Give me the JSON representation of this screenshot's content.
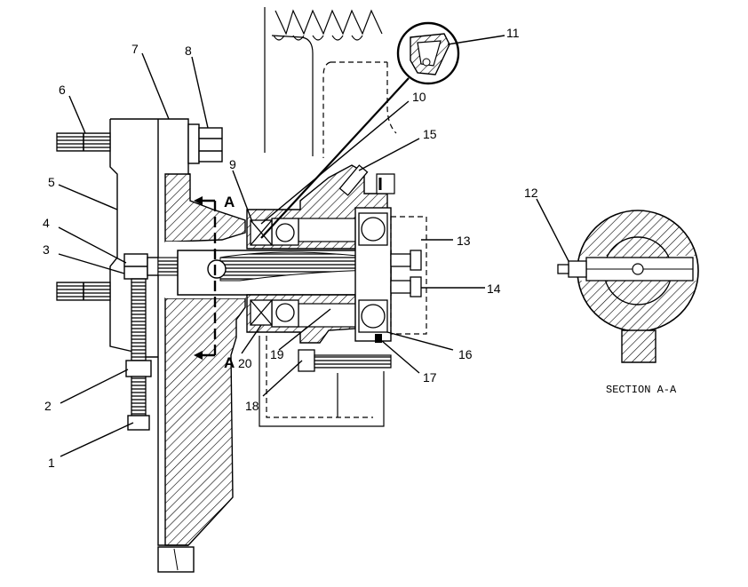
{
  "callouts": [
    "1",
    "2",
    "3",
    "4",
    "5",
    "6",
    "7",
    "8",
    "9",
    "10",
    "11",
    "12",
    "13",
    "14",
    "15",
    "16",
    "17",
    "18",
    "19",
    "20"
  ],
  "section_marks": [
    "A",
    "A"
  ],
  "section_caption": "SECTION A-A",
  "colors": {
    "ink": "#000000",
    "paper": "#ffffff"
  }
}
